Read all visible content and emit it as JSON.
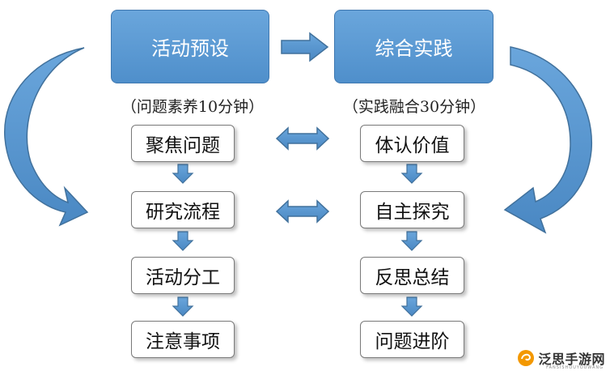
{
  "diagram": {
    "left": {
      "title": "活动预设",
      "caption": "（问题素养10分钟）",
      "steps": [
        "聚焦问题",
        "研究流程",
        "活动分工",
        "注意事项"
      ]
    },
    "right": {
      "title": "综合实践",
      "caption": "（实践融合30分钟）",
      "steps": [
        "体认价值",
        "自主探究",
        "反思总结",
        "问题进阶"
      ]
    }
  },
  "watermark": {
    "text": "泛思手游网",
    "subtext": "FANSISHOUYOUWANG"
  },
  "colors": {
    "header_fill": "#5b9bd5",
    "arrow_fill": "#5b9bd5",
    "arrow_stroke": "#41719c",
    "step_border": "#7a7a7a",
    "watermark_orange": "#f39800"
  },
  "icons": {
    "watermark_logo": "orange-swirl-logo"
  }
}
